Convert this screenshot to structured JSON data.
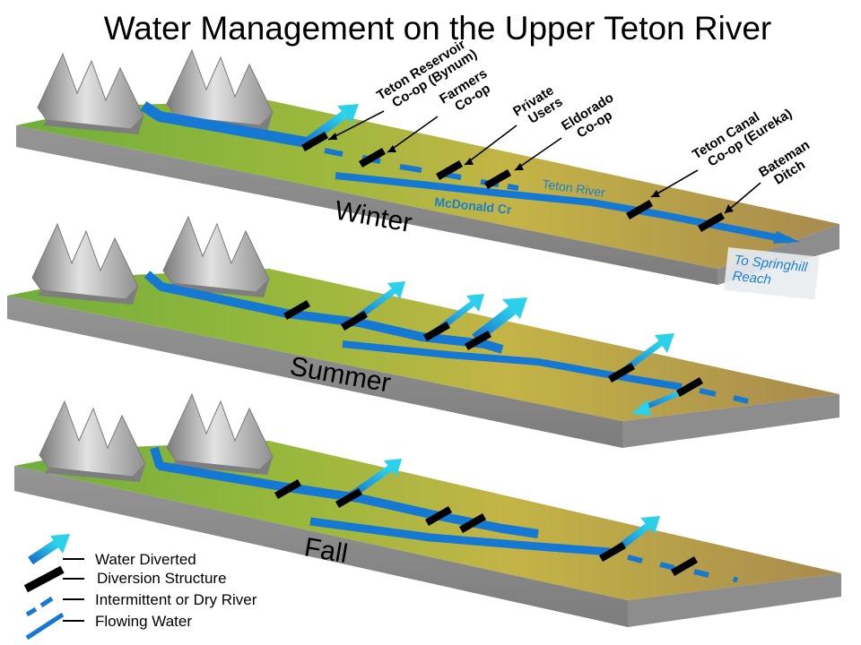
{
  "title": "Water Management on the Upper Teton River",
  "colors": {
    "water": "#1578d2",
    "water_light": "#2ad0ea",
    "diversion": "#000000",
    "slab_side": "#8a8a8a",
    "grass": "#7fb33e",
    "sand": "#b8924a",
    "mountain": "#a8a8a8"
  },
  "panels": [
    {
      "season": "Winter",
      "river_labels": {
        "main": "Teton River",
        "tributary": "McDonald Cr"
      },
      "outflow_label": "To Springhill Reach"
    },
    {
      "season": "Summer"
    },
    {
      "season": "Fall"
    }
  ],
  "diversion_labels": [
    {
      "line1": "Teton Reservoir",
      "line2": "Co-op (Bynum)"
    },
    {
      "line1": "Farmers",
      "line2": "Co-op"
    },
    {
      "line1": "Private",
      "line2": "Users"
    },
    {
      "line1": "Eldorado",
      "line2": "Co-op"
    },
    {
      "line1": "Teton Canal",
      "line2": "Co-op (Eureka)"
    },
    {
      "line1": "Bateman",
      "line2": "Ditch"
    }
  ],
  "outflow": {
    "line1": "To Springhill",
    "line2": "Reach"
  },
  "legend": [
    {
      "icon": "water-diverted-arrow-icon",
      "label": "Water Diverted"
    },
    {
      "icon": "diversion-structure-icon",
      "label": "Diversion Structure"
    },
    {
      "icon": "intermittent-river-icon",
      "label": "Intermittent or Dry River"
    },
    {
      "icon": "flowing-water-icon",
      "label": "Flowing Water"
    }
  ]
}
